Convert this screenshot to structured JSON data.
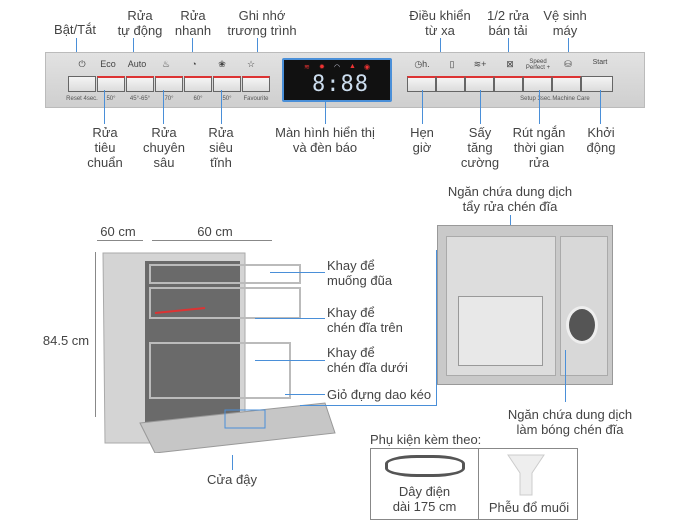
{
  "top_labels": {
    "power": "Bật/Tắt",
    "auto": "Rửa\ntự động",
    "quick": "Rửa\nnhanh",
    "favourite": "Ghi nhớ\ntrương trình",
    "remote": "Điều khiển\ntừ xa",
    "half_load": "1/2 rửa\nbán tải",
    "machine_care": "Vệ sinh\nmáy"
  },
  "bottom_labels": {
    "normal": "Rửa\ntiêu\nchuẩn",
    "intensive": "Rửa\nchuyên\nsâu",
    "silence": "Rửa\nsiêu\ntĩnh",
    "display": "Màn hình hiển thị\nvà đèn báo",
    "timer": "Hẹn\ngiờ",
    "extra_dry": "Sấy\ntăng\ncường",
    "speed": "Rút ngắn\nthời gian\nrửa",
    "start": "Khởi\nđộng"
  },
  "panel": {
    "icons": [
      "Eco",
      "Auto",
      "Speed Perfect +",
      "Start"
    ],
    "temps": [
      "Reset 4sec.",
      "50°",
      "45°-65°",
      "70°",
      "60°",
      "50°",
      "Favourite"
    ],
    "sub": [
      "Setup 3sec.",
      "Machine Care"
    ],
    "display": "8:88",
    "timer_icon": "h."
  },
  "dimensions": {
    "depth": "60 cm",
    "width": "60 cm",
    "height": "84.5 cm"
  },
  "parts": {
    "cutlery_tray": "Khay để\nmuống đũa",
    "upper_rack": "Khay để\nchén đĩa trên",
    "lower_rack": "Khay để\nchén đĩa dưới",
    "basket": "Giỏ đựng dao kéo",
    "door": "Cửa đậy",
    "detergent": "Ngăn chứa dung dịch\ntẩy rửa chén đĩa",
    "rinse_aid": "Ngăn chứa dung dịch\nlàm bóng chén đĩa"
  },
  "accessories": {
    "title": "Phụ kiện kèm theo:",
    "items": [
      "Dây điện\ndài 175 cm",
      "Phễu đổ muối"
    ]
  }
}
